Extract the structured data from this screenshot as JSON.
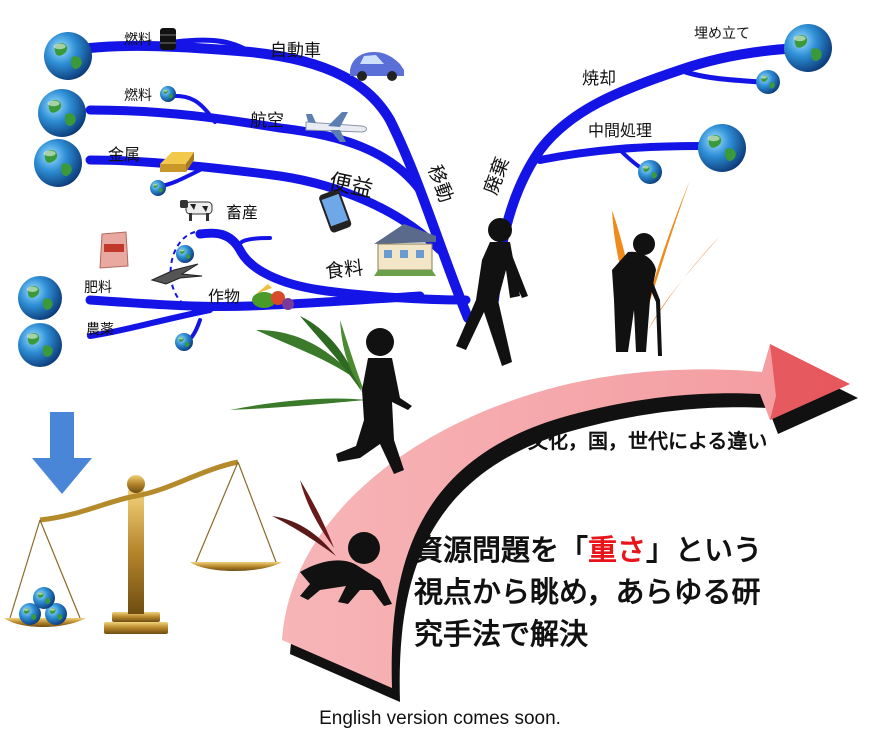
{
  "tree": {
    "trunk_labels": {
      "mobility": "移動",
      "waste": "廃棄"
    },
    "branches": {
      "car": "自動車",
      "aviation": "航空",
      "convenience": "便益",
      "livestock": "畜産",
      "food": "食料",
      "crops": "作物",
      "incineration": "焼却",
      "intermediate": "中間処理"
    },
    "leaves": {
      "fuel_car": "燃料",
      "fuel_air": "燃料",
      "metal": "金属",
      "fertilizer": "肥料",
      "pesticide": "農薬",
      "landfill": "埋め立て"
    }
  },
  "arrow": {
    "caption": "文化，国，世代による違い"
  },
  "message": {
    "line1_prefix": "資源問題を「",
    "line1_highlight": "重さ",
    "line1_suffix": "」という",
    "line2": "視点から眺め，あらゆる研",
    "line3": "究手法で解決"
  },
  "footer": "English version comes soon.",
  "colors": {
    "branch": "#1414e6",
    "arrow": "#f6a3a6",
    "arrow_shadow": "#111111",
    "highlight": "#e8141a",
    "down_arrow": "#4a86d8",
    "gold": "#b58a2a"
  },
  "icons": [
    "globe-icon",
    "oil-drum-icon",
    "car-icon",
    "airplane-icon",
    "gold-bar-icon",
    "smartphone-icon",
    "house-icon",
    "cow-icon",
    "fertilizer-bag-icon",
    "bird-icon",
    "vegetables-icon",
    "balance-scale-icon",
    "down-arrow-icon",
    "person-silhouette-icon"
  ]
}
